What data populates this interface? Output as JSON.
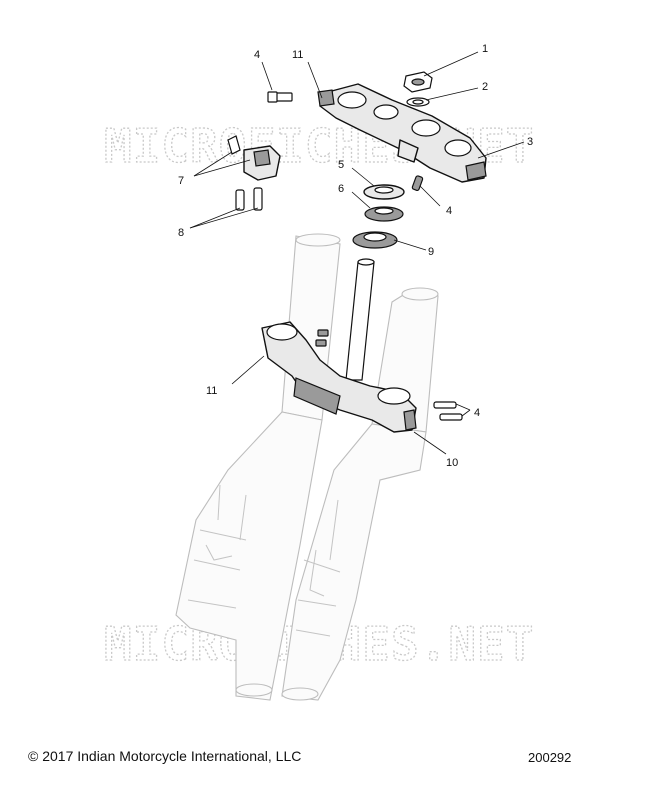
{
  "watermark": "MICROFICHES.NET",
  "callouts": [
    {
      "id": "1",
      "label": "1"
    },
    {
      "id": "2",
      "label": "2"
    },
    {
      "id": "3",
      "label": "3"
    },
    {
      "id": "4a",
      "label": "4"
    },
    {
      "id": "4b",
      "label": "4"
    },
    {
      "id": "4c",
      "label": "4"
    },
    {
      "id": "5",
      "label": "5"
    },
    {
      "id": "6",
      "label": "6"
    },
    {
      "id": "7",
      "label": "7"
    },
    {
      "id": "8",
      "label": "8"
    },
    {
      "id": "9",
      "label": "9"
    },
    {
      "id": "10",
      "label": "10"
    },
    {
      "id": "11a",
      "label": "11"
    },
    {
      "id": "11b",
      "label": "11"
    }
  ],
  "footer": {
    "copyright": "© 2017 Indian Motorcycle International, LLC",
    "figure_number": "200292"
  }
}
